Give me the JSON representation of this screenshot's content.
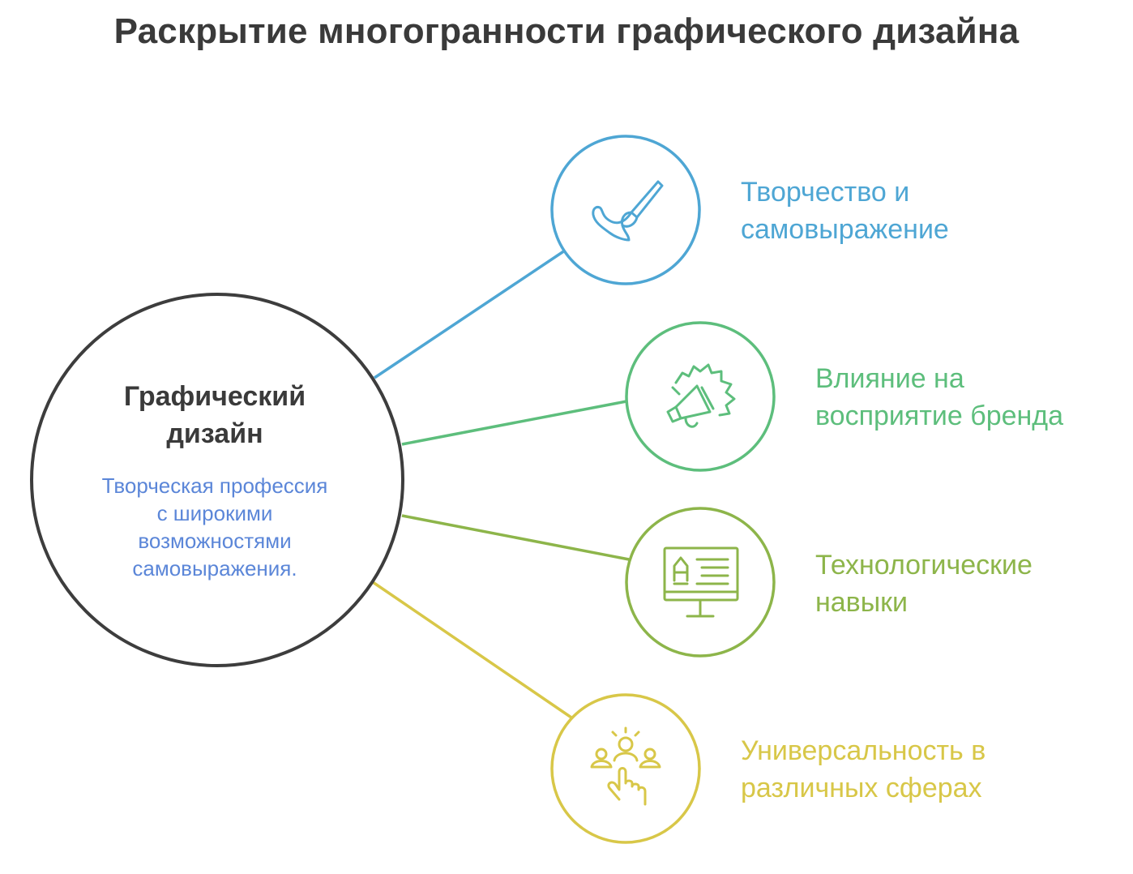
{
  "title": "Раскрытие многогранности графического дизайна",
  "center": {
    "title_lines": [
      "Графический",
      "дизайн"
    ],
    "description_lines": [
      "Творческая профессия",
      "с широкими",
      "возможностями",
      "самовыражения."
    ],
    "stroke_color": "#3d3d3d",
    "description_color": "#5b86d8"
  },
  "branches": [
    {
      "lines": [
        "Творчество и",
        "самовыражение"
      ],
      "color": "#4ea6d4",
      "icon": "paintbrush-icon"
    },
    {
      "lines": [
        "Влияние на",
        "восприятие бренда"
      ],
      "color": "#5dbe7c",
      "icon": "megaphone-badge-icon"
    },
    {
      "lines": [
        "Технологические",
        "навыки"
      ],
      "color": "#8db54a",
      "icon": "monitor-design-icon"
    },
    {
      "lines": [
        "Универсальность в",
        "различных сферах"
      ],
      "color": "#d8c748",
      "icon": "people-touch-icon"
    }
  ]
}
